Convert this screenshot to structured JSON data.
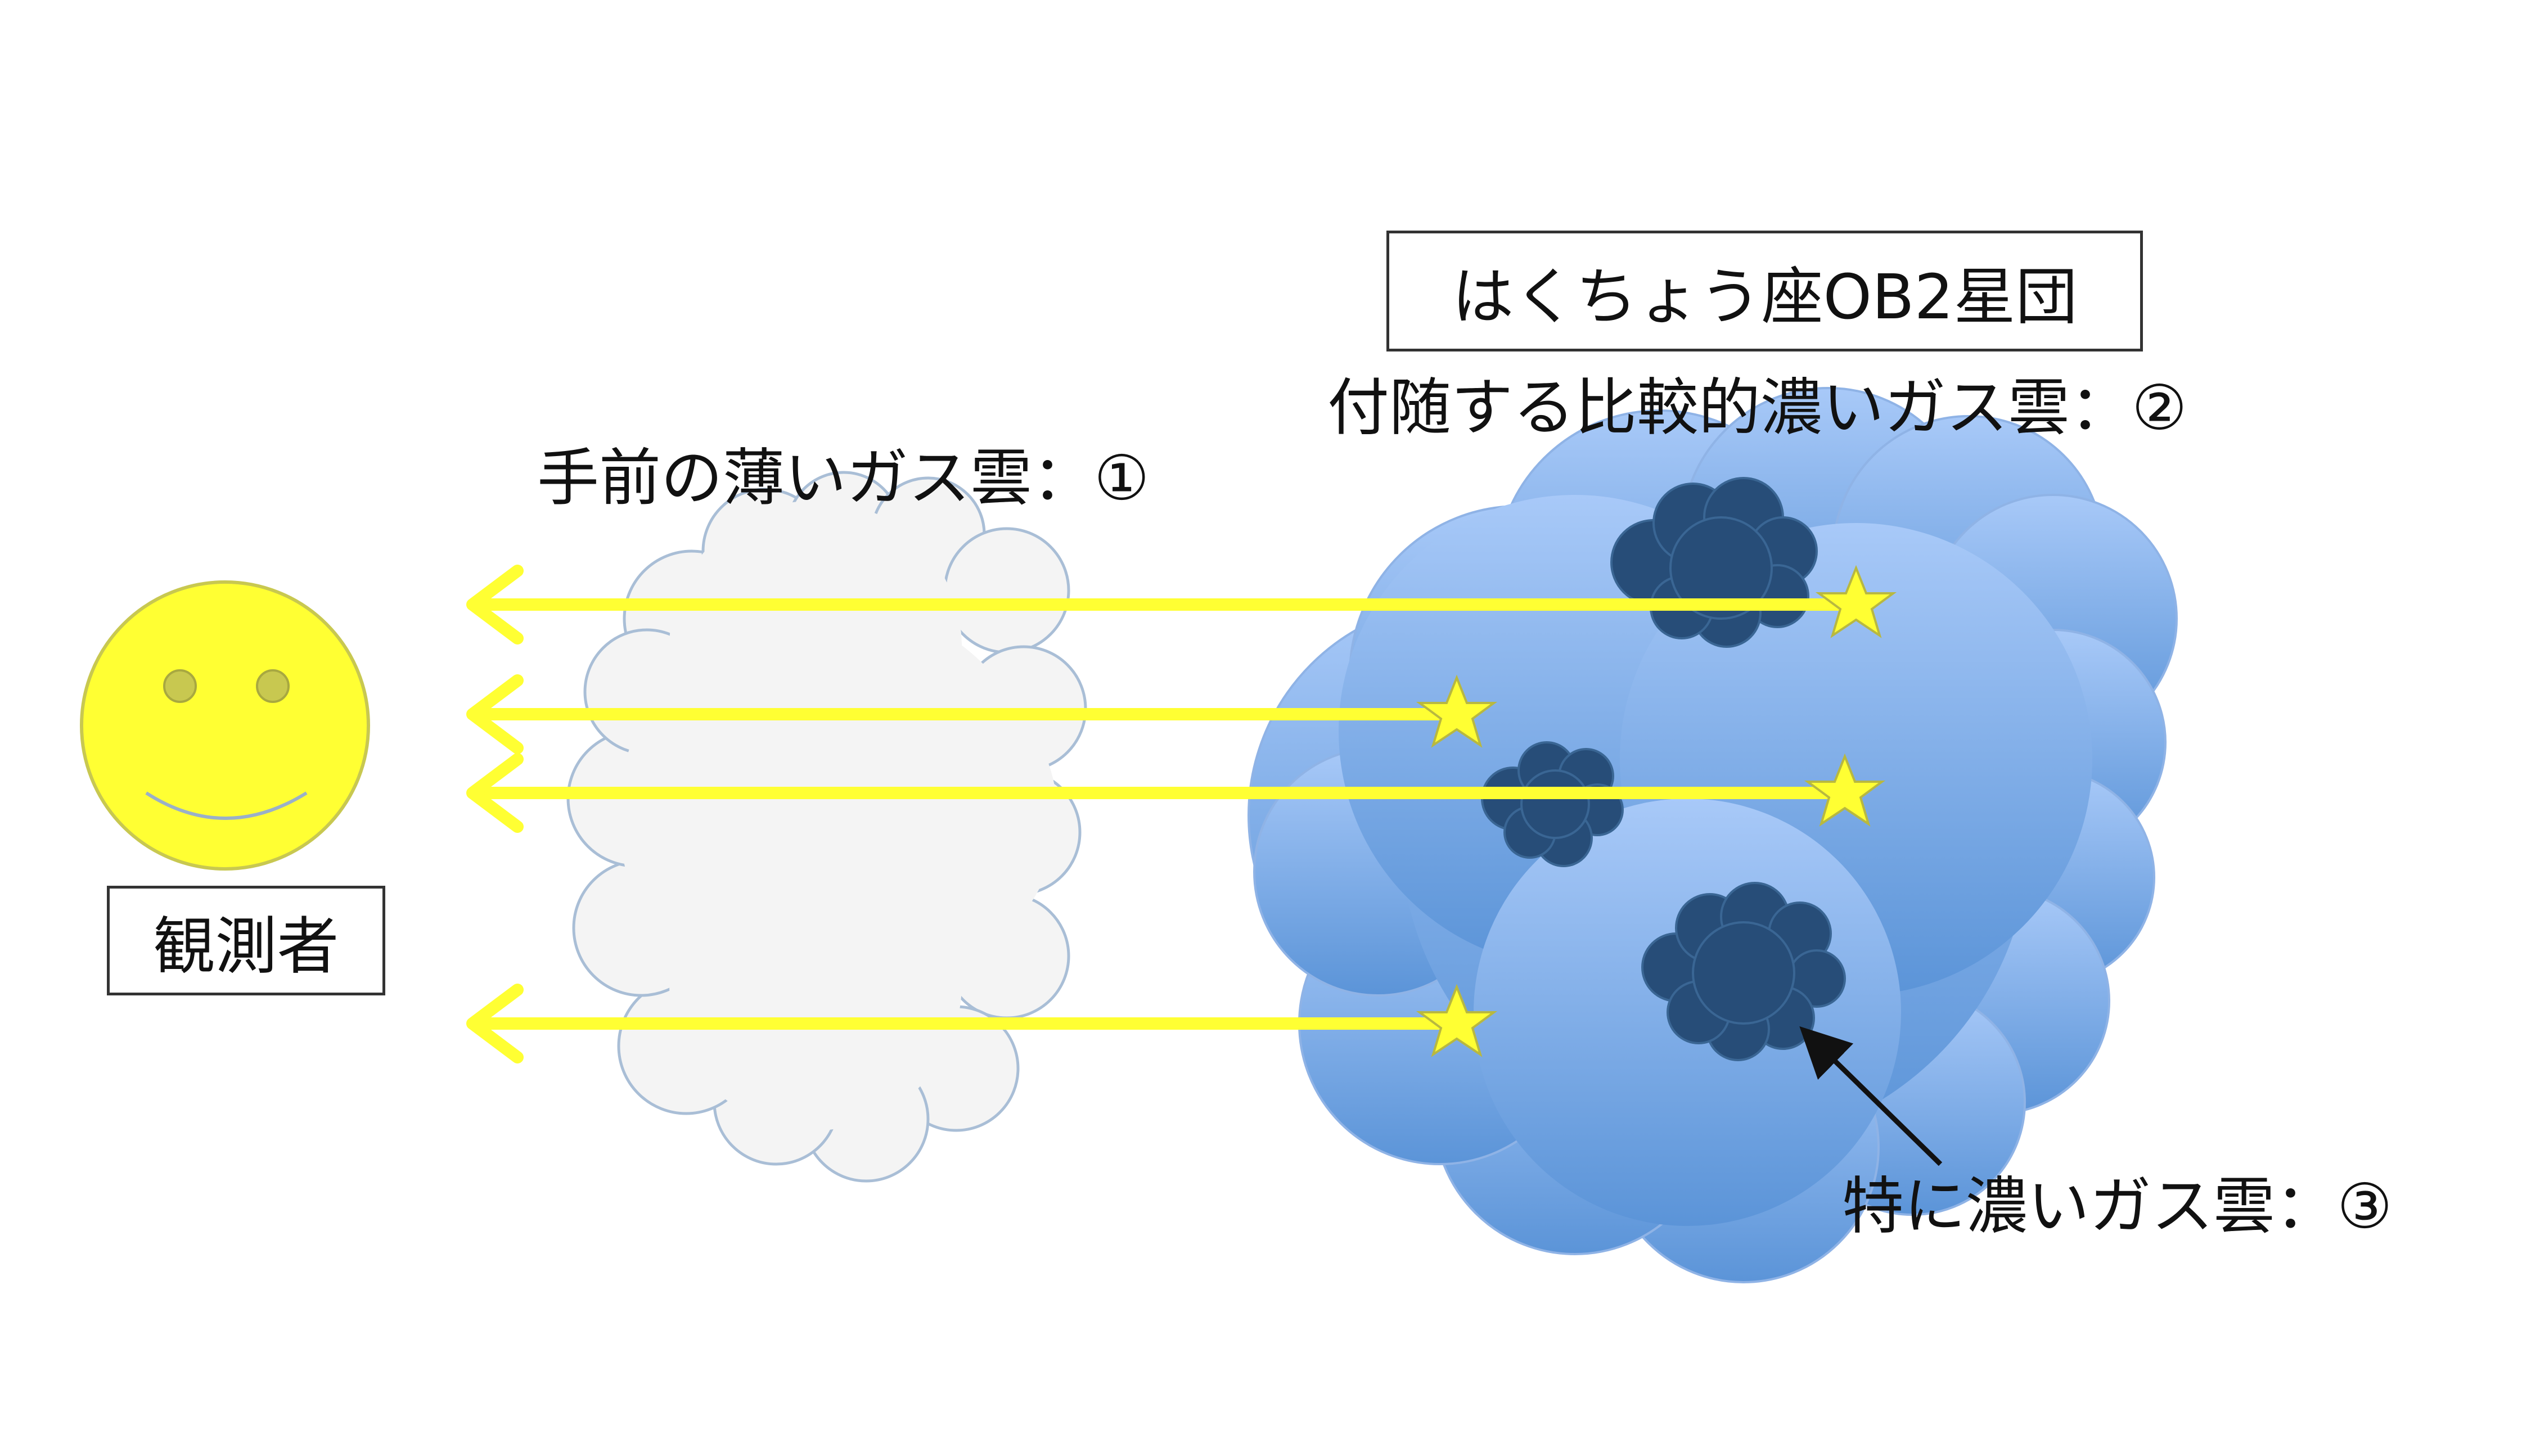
{
  "labels": {
    "cluster_title": "はくちょう座OB2星団",
    "associated_cloud": "付随する比較的濃いガス雲：②",
    "foreground_cloud": "手前の薄いガス雲：①",
    "observer": "観測者",
    "dense_cloud": "特に濃いガス雲：③"
  },
  "colors": {
    "arrow_yellow": "#ffff33",
    "star_yellow": "#ffff33",
    "face_yellow": "#ffff33",
    "face_feature": "#b8b840",
    "foreground_cloud_fill": "#f4f4f4",
    "foreground_cloud_stroke": "#a9bed6",
    "associated_cloud_top": "#a8c9f8",
    "associated_cloud_bottom": "#5b94d8",
    "dense_cloud_fill": "#274d78",
    "pointer_arrow": "#111111"
  },
  "icons": [
    "smiley-face-icon",
    "star-icon",
    "cloud-shape",
    "arrow"
  ]
}
